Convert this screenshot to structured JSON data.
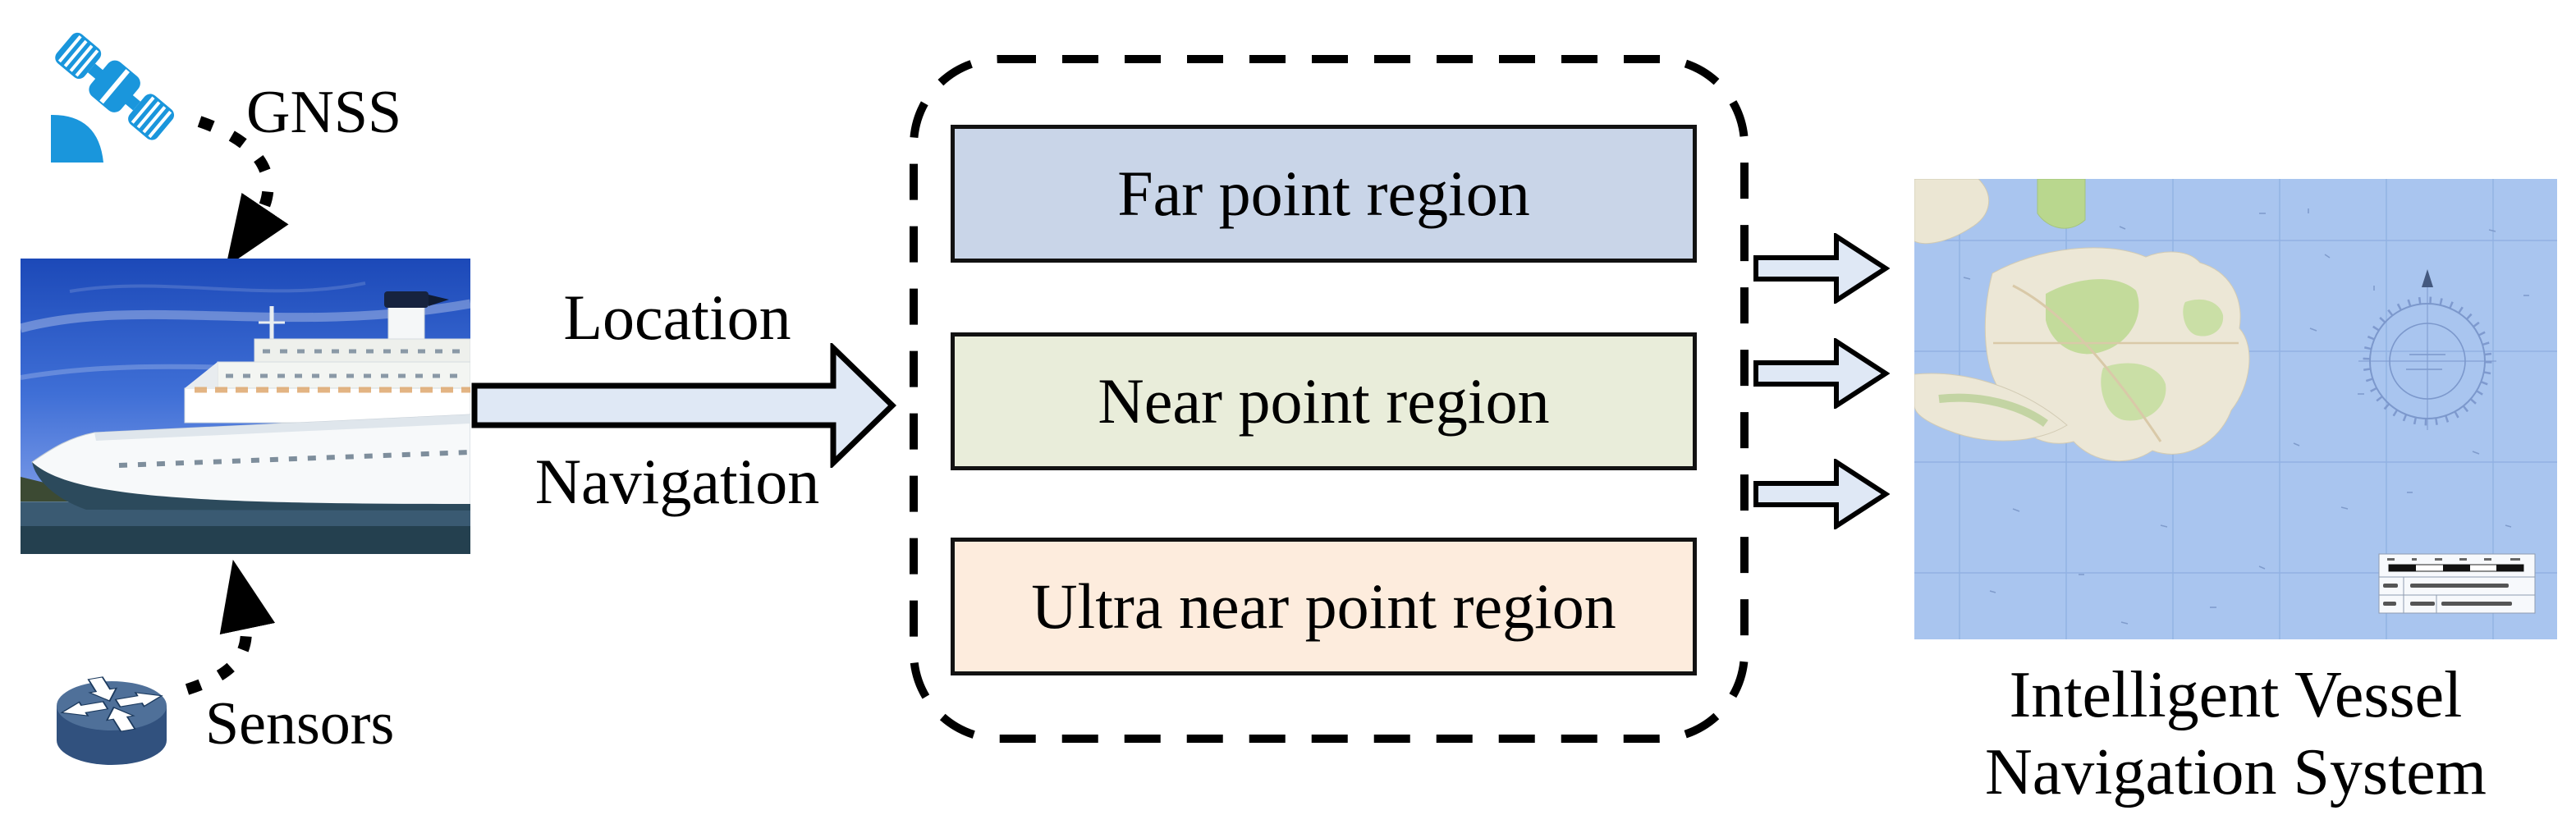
{
  "labels": {
    "gnss": "GNSS",
    "sensors": "Sensors",
    "location": "Location",
    "navigation": "Navigation"
  },
  "regions": [
    {
      "label": "Far point region",
      "fill": "#c9d5e8"
    },
    {
      "label": "Near point region",
      "fill": "#e9edda"
    },
    {
      "label": "Ultra near point region",
      "fill": "#fdecdd"
    }
  ],
  "output": {
    "caption_line1": "Intelligent Vessel",
    "caption_line2": "Navigation System"
  },
  "icons": {
    "satellite": "gnss-satellite-icon",
    "router": "sensors-router-icon",
    "ship": "vessel-photo",
    "map": "nautical-chart",
    "compass": "compass-rose-icon"
  },
  "colors": {
    "satellite_blue": "#1a96dc",
    "router_body": "#31517e",
    "router_top": "#4f7099",
    "flow_arrow_fill": "#dfe8f5",
    "outline": "#000000",
    "map_sea": "#a9c5ef",
    "map_land": "#ebe6d3",
    "map_green": "#c3db9b"
  }
}
